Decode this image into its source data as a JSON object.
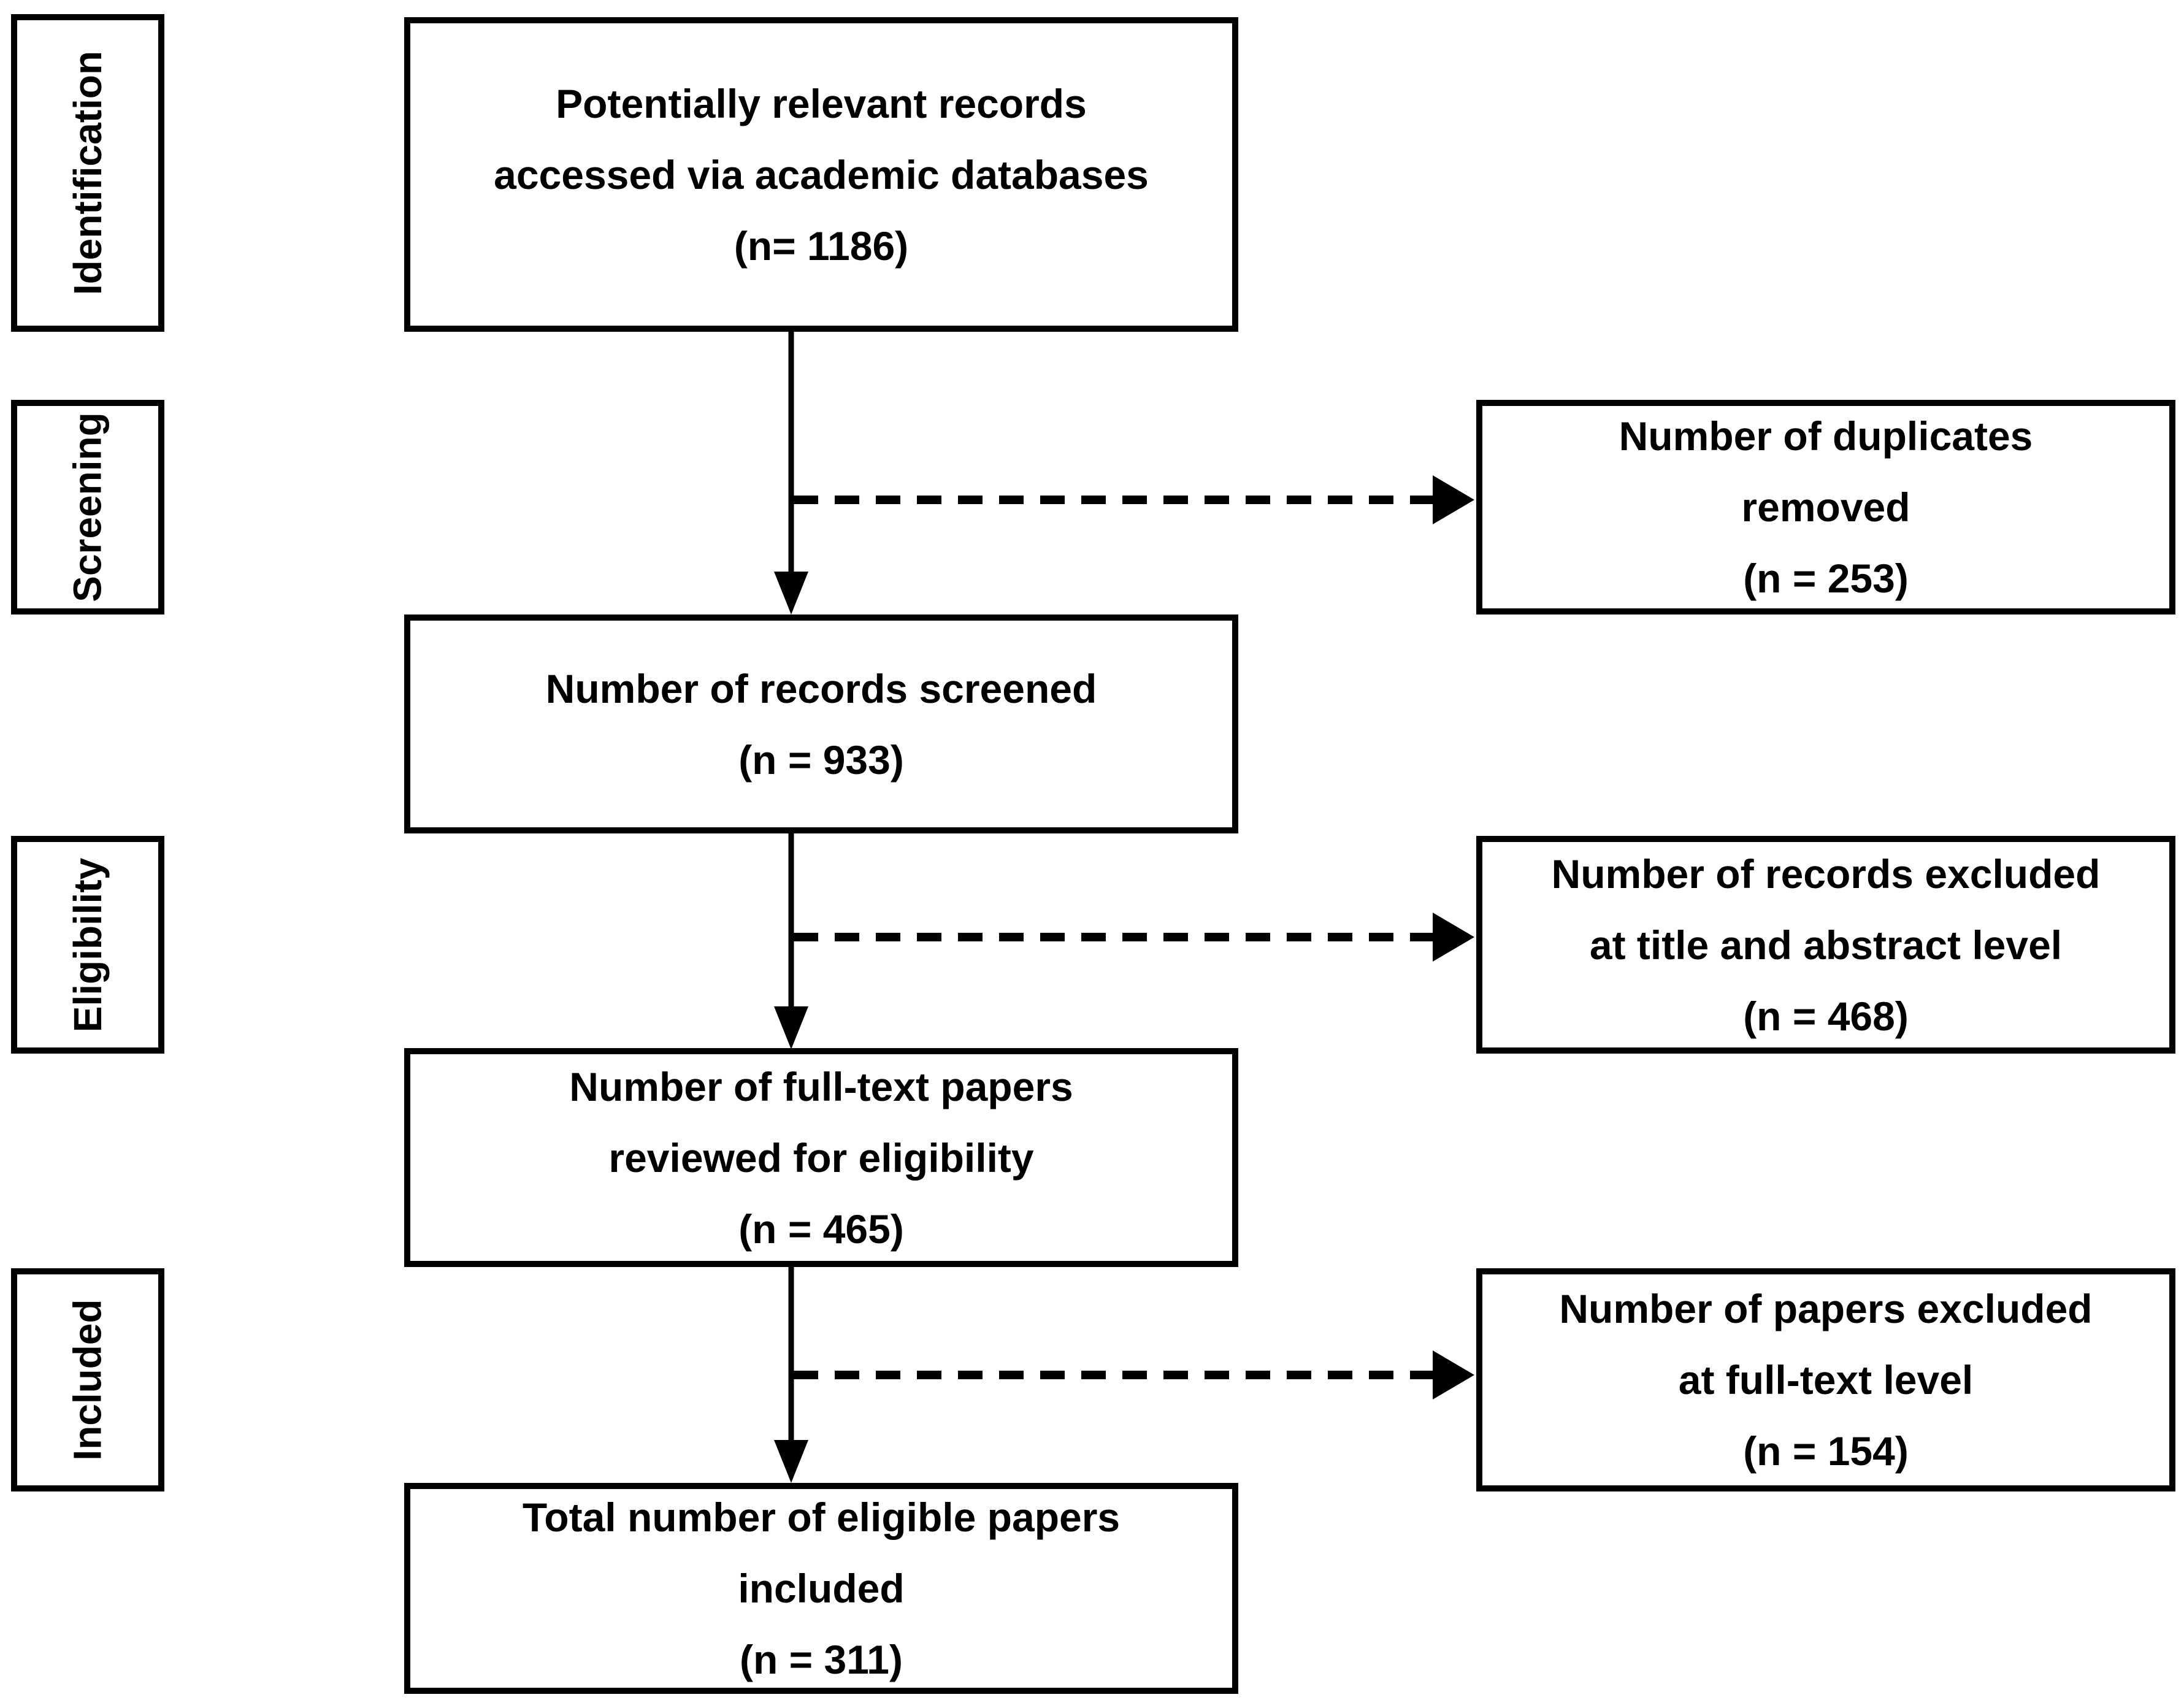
{
  "colors": {
    "ink": "#000000",
    "background": "#ffffff"
  },
  "stages": [
    {
      "label": "Identification"
    },
    {
      "label": "Screening"
    },
    {
      "label": "Eligibility"
    },
    {
      "label": "Included"
    }
  ],
  "flow_boxes": [
    {
      "text": "Potentially relevant records\naccessed via academic databases\n(n= 1186)"
    },
    {
      "text": "Number of records screened\n(n = 933)"
    },
    {
      "text": "Number of full-text papers\nreviewed for eligibility\n(n = 465)"
    },
    {
      "text": "Total number of eligible papers\nincluded\n(n = 311)"
    }
  ],
  "exclusion_boxes": [
    {
      "text": "Number of duplicates\nremoved\n(n = 253)"
    },
    {
      "text": "Number of records excluded\nat title and abstract level\n(n = 468)"
    },
    {
      "text": "Number of papers excluded\nat full-text level\n(n = 154)"
    }
  ]
}
